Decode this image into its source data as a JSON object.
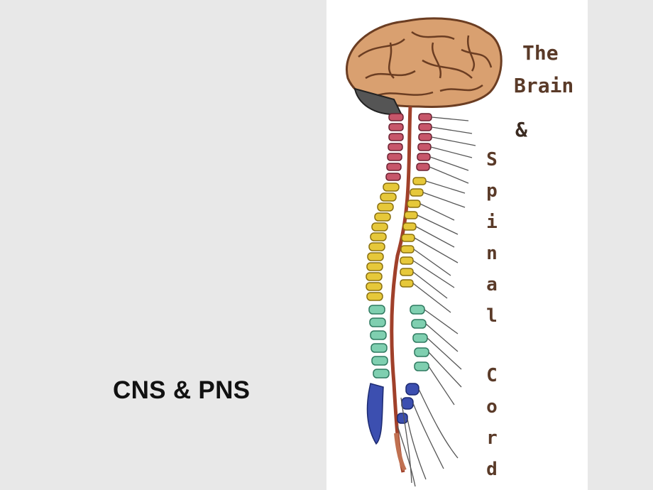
{
  "slide": {
    "caption": "CNS & PNS"
  },
  "illustration": {
    "title_line1": "The",
    "title_line2": "Brain",
    "ampersand": "&",
    "word_spinal": "Spinal",
    "word_cord": "Cord",
    "colors": {
      "brain": "#d9a070",
      "cervical": "#c7566a",
      "thoracic": "#e6c83a",
      "lumbar": "#7fcfb0",
      "sacral": "#3c4fb0",
      "cord": "#a0402a",
      "nerves": "#555555"
    }
  }
}
